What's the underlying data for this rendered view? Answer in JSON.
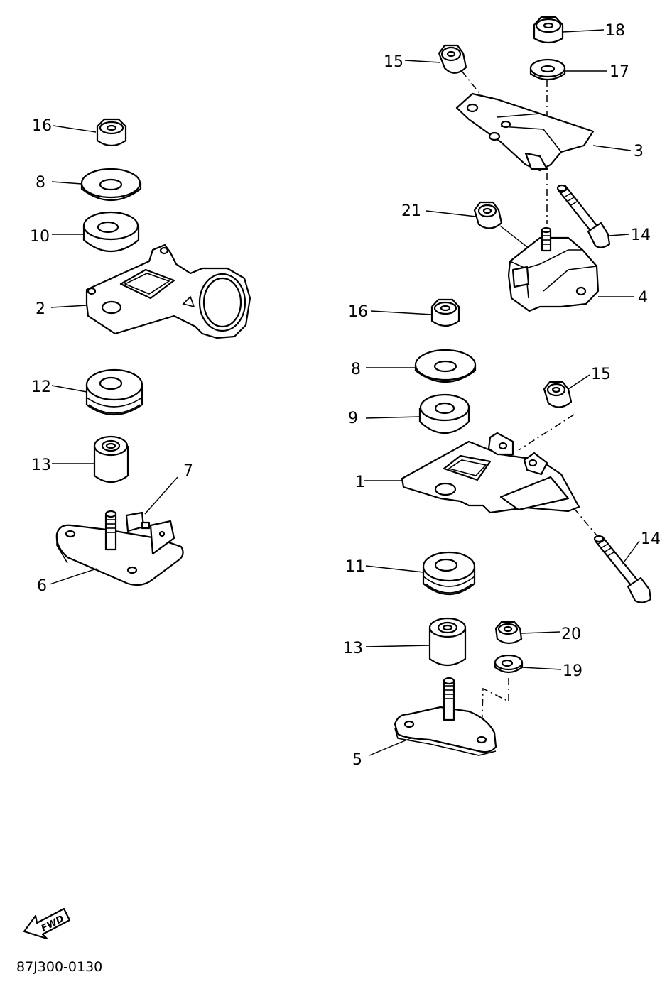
{
  "diagram": {
    "document_code": "87J300-0130",
    "fwd_label": "FWD",
    "callouts": [
      {
        "id": "c16a",
        "text": "16"
      },
      {
        "id": "c8a",
        "text": "8"
      },
      {
        "id": "c10",
        "text": "10"
      },
      {
        "id": "c2",
        "text": "2"
      },
      {
        "id": "c12",
        "text": "12"
      },
      {
        "id": "c13a",
        "text": "13"
      },
      {
        "id": "c7",
        "text": "7"
      },
      {
        "id": "c6",
        "text": "6"
      },
      {
        "id": "c18",
        "text": "18"
      },
      {
        "id": "c15a",
        "text": "15"
      },
      {
        "id": "c17",
        "text": "17"
      },
      {
        "id": "c3",
        "text": "3"
      },
      {
        "id": "c21",
        "text": "21"
      },
      {
        "id": "c14a",
        "text": "14"
      },
      {
        "id": "c4",
        "text": "4"
      },
      {
        "id": "c16b",
        "text": "16"
      },
      {
        "id": "c8b",
        "text": "8"
      },
      {
        "id": "c15b",
        "text": "15"
      },
      {
        "id": "c9",
        "text": "9"
      },
      {
        "id": "c1",
        "text": "1"
      },
      {
        "id": "c14b",
        "text": "14"
      },
      {
        "id": "c11",
        "text": "11"
      },
      {
        "id": "c13b",
        "text": "13"
      },
      {
        "id": "c20",
        "text": "20"
      },
      {
        "id": "c19",
        "text": "19"
      },
      {
        "id": "c5",
        "text": "5"
      }
    ]
  }
}
